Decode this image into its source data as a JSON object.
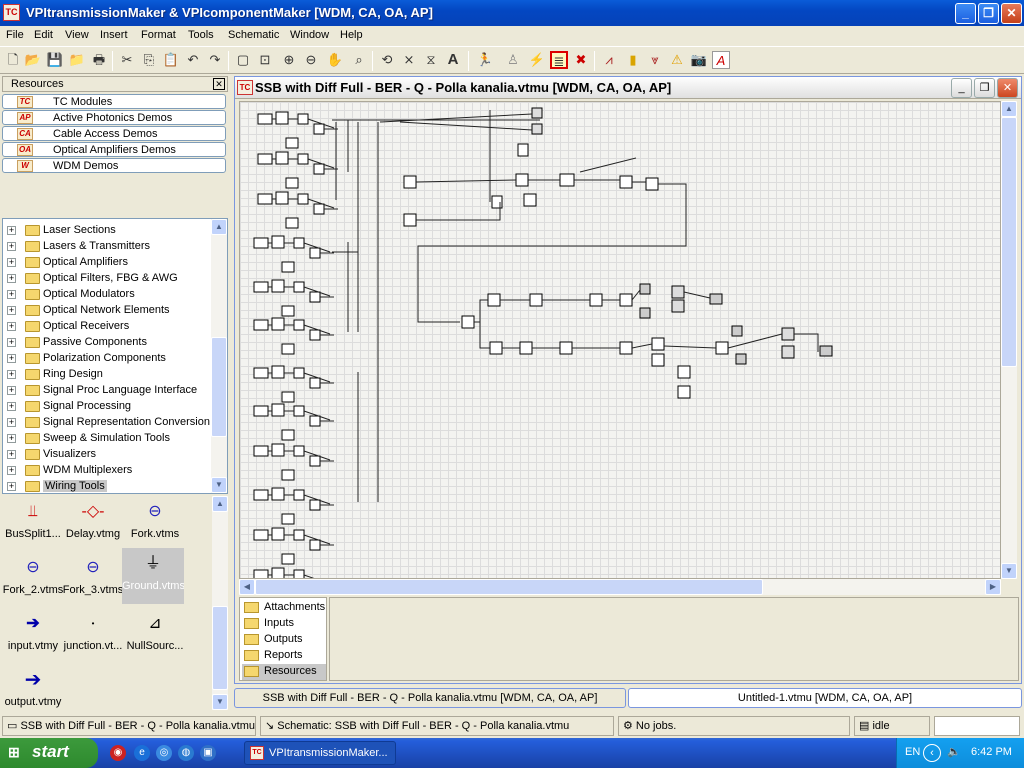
{
  "app": {
    "title": "VPItransmissionMaker & VPIcomponentMaker [WDM, CA, OA, AP]",
    "icon": "TC"
  },
  "window_controls": {
    "minimize": "_",
    "maximize": "❐",
    "close": "✕"
  },
  "menu": [
    "File",
    "Edit",
    "View",
    "Insert",
    "Format",
    "Tools",
    "Schematic",
    "Window",
    "Help"
  ],
  "toolbar_icons": [
    "new-file-icon",
    "open-folder-icon",
    "save-icon",
    "save-all-icon",
    "print-icon",
    "cut-icon",
    "copy-icon",
    "paste-icon",
    "undo-icon",
    "redo-icon",
    "page-icon",
    "zoom-fit-icon",
    "zoom-in-icon",
    "zoom-out-icon",
    "pan-hand-icon",
    "zoom-area-icon",
    "rotate-icon",
    "flip-icon",
    "mirror-icon",
    "text-icon",
    "run-icon",
    "stop-icon",
    "run-all-icon",
    "log-icon",
    "abort-icon",
    "graph-icon",
    "notes-icon",
    "spectrum-icon",
    "power-icon",
    "camera-icon",
    "annotate-icon"
  ],
  "resources": {
    "title": "Resources",
    "close": "✕",
    "demos": [
      {
        "icon": "TC",
        "label": "TC Modules"
      },
      {
        "icon": "AP",
        "label": "Active Photonics Demos"
      },
      {
        "icon": "CA",
        "label": "Cable Access Demos"
      },
      {
        "icon": "OA",
        "label": "Optical Amplifiers Demos"
      },
      {
        "icon": "W",
        "label": "WDM Demos"
      }
    ],
    "tree": [
      "Laser Sections",
      "Lasers & Transmitters",
      "Optical Amplifiers",
      "Optical Filters, FBG & AWG",
      "Optical Modulators",
      "Optical Network Elements",
      "Optical Receivers",
      "Passive Components",
      "Polarization Components",
      "Ring Design",
      "Signal Proc Language Interface",
      "Signal Processing",
      "Signal Representation Conversion",
      "Sweep & Simulation Tools",
      "Visualizers",
      "WDM Multiplexers",
      "Wiring Tools"
    ],
    "tree_toggle": "+",
    "palette": [
      {
        "label": "BusSplit1...",
        "icon": "bus-split-icon"
      },
      {
        "label": "Delay.vtmg",
        "icon": "delay-icon"
      },
      {
        "label": "Fork.vtms",
        "icon": "fork-icon"
      },
      {
        "label": "Fork_2.vtms",
        "icon": "fork2-icon"
      },
      {
        "label": "Fork_3.vtms",
        "icon": "fork3-icon"
      },
      {
        "label": "Ground.vtms",
        "icon": "ground-icon"
      },
      {
        "label": "input.vtmy",
        "icon": "input-arrow-icon"
      },
      {
        "label": "junction.vt...",
        "icon": "junction-icon"
      },
      {
        "label": "NullSourc...",
        "icon": "null-source-icon"
      },
      {
        "label": "output.vtmy",
        "icon": "output-arrow-icon"
      }
    ]
  },
  "schematic": {
    "title": "SSB with Diff Full - BER - Q - Polla kanalia.vtmu [WDM, CA, OA, AP]",
    "folders": [
      "Attachments",
      "Inputs",
      "Outputs",
      "Reports",
      "Resources"
    ]
  },
  "doc_tabs": [
    "SSB with Diff Full - BER - Q - Polla kanalia.vtmu [WDM, CA, OA, AP]",
    "Untitled-1.vtmu [WDM, CA, OA, AP]"
  ],
  "status": {
    "doc": "SSB with Diff Full - BER - Q - Polla kanalia.vtmu",
    "schematic": "Schematic: SSB with Diff Full - BER - Q - Polla kanalia.vtmu",
    "jobs": "No jobs.",
    "state": "idle"
  },
  "taskbar": {
    "start": "start",
    "task": "VPItransmissionMaker...",
    "lang": "EN",
    "clock": "6:42 PM"
  }
}
